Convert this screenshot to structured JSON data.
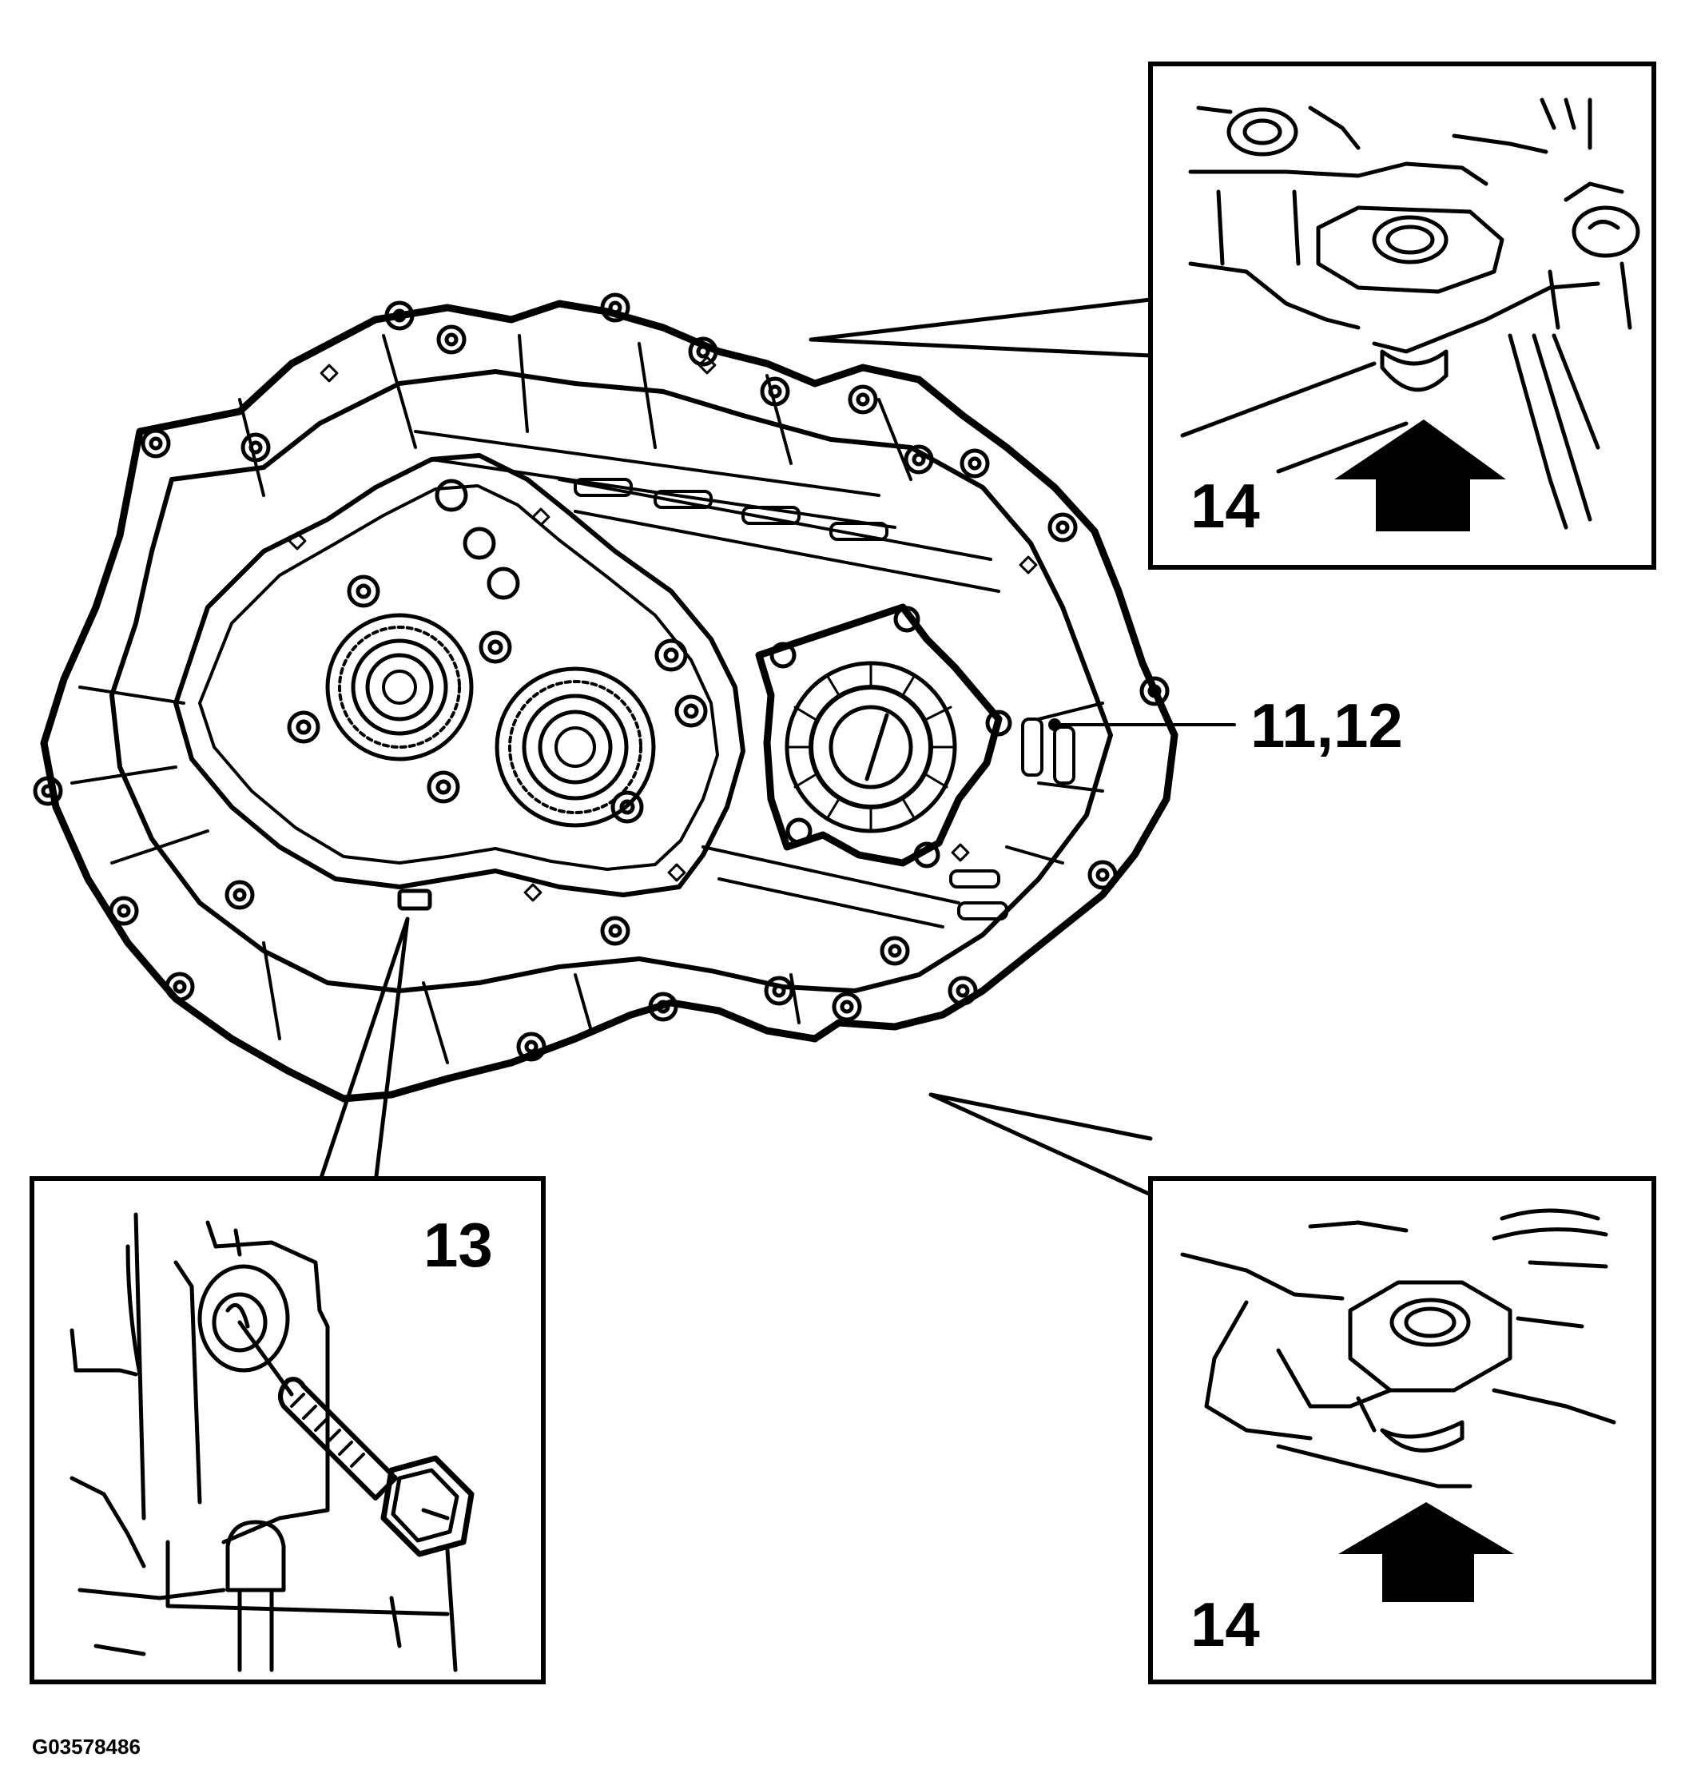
{
  "callouts": {
    "parts_11_12": "11,12",
    "part_13": "13",
    "part_14_top": "14",
    "part_14_bottom": "14"
  },
  "figure_code": "G03578486",
  "colors": {
    "ink": "#000000",
    "paper": "#ffffff"
  }
}
